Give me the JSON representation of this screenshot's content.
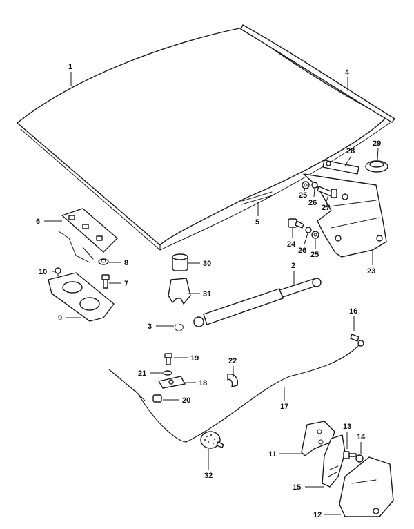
{
  "diagram": {
    "callouts": {
      "c1": "1",
      "c2": "2",
      "c3": "3",
      "c4": "4",
      "c5": "5",
      "c6": "6",
      "c7": "7",
      "c8": "8",
      "c9": "9",
      "c10": "10",
      "c11": "11",
      "c12": "12",
      "c13": "13",
      "c14": "14",
      "c15": "15",
      "c16": "16",
      "c17": "17",
      "c18": "18",
      "c19": "19",
      "c20": "20",
      "c21": "21",
      "c22": "22",
      "c23": "23",
      "c24": "24",
      "c25a": "25",
      "c25b": "25",
      "c26a": "26",
      "c26b": "26",
      "c27": "27",
      "c28": "28",
      "c29": "29",
      "c30": "30",
      "c31": "31",
      "c32": "32"
    }
  }
}
